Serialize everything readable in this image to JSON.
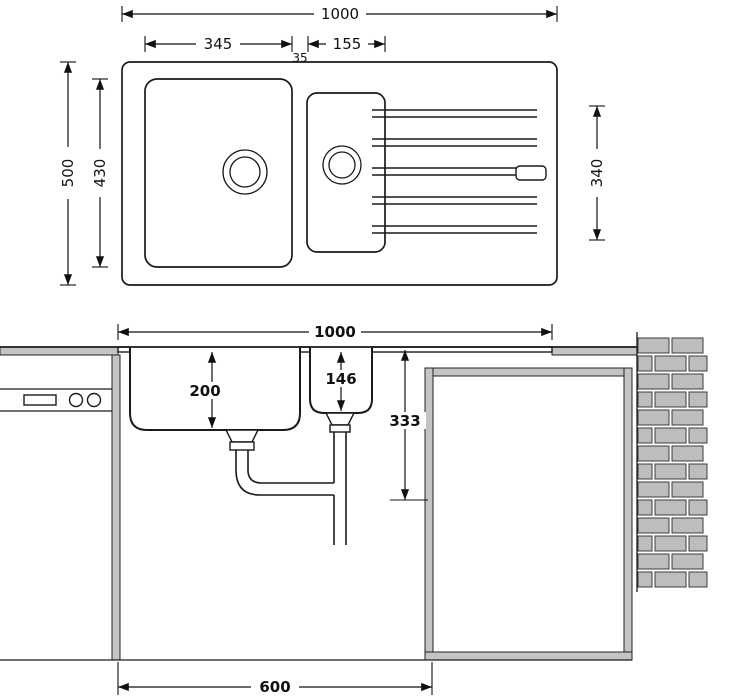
{
  "top_view": {
    "overall_width": "1000",
    "main_bowl_width": "345",
    "bowl_gap": "35",
    "small_bowl_width": "155",
    "overall_depth": "500",
    "bowl_length": "430",
    "drainer_length": "340"
  },
  "section_view": {
    "overall_width": "1000",
    "main_bowl_depth": "200",
    "small_bowl_depth": "146",
    "installation_depth": "333",
    "cabinet_width": "600"
  },
  "colors": {
    "line": "#1a1a1a",
    "panel_gray": "#c4c4c4",
    "brick_gray": "#bdbdbd"
  }
}
